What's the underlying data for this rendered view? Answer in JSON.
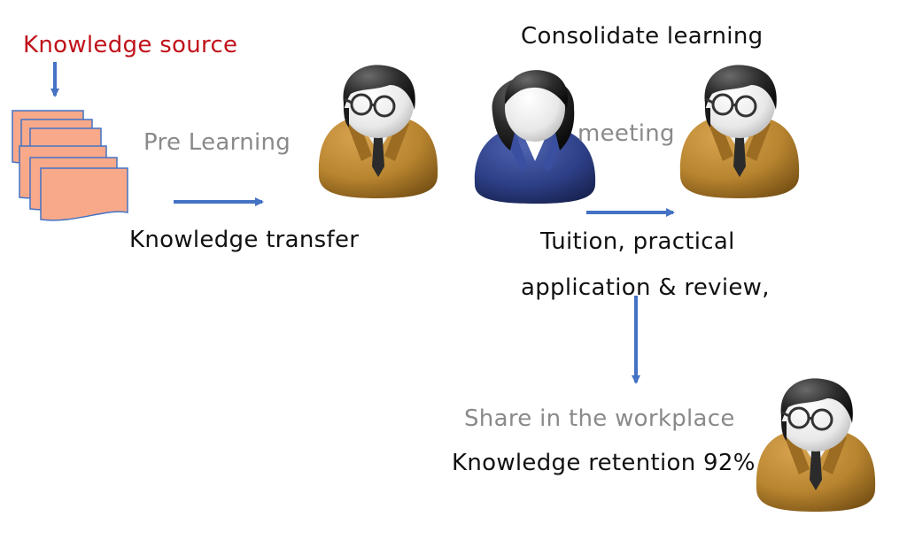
{
  "labels": {
    "source": "Knowledge source",
    "pre_learning": "Pre Learning",
    "transfer": "Knowledge transfer",
    "consolidate": "Consolidate learning",
    "meeting": "meeting",
    "tuition_1": "Tuition, practical",
    "tuition_2": "application & review,",
    "share": "Share in the workplace",
    "retention": "Knowledge retention 92%"
  },
  "colors": {
    "arrow": "#4472c4",
    "source_text": "#c0121a",
    "muted_text": "#8a8a8a",
    "documents_fill": "#f8a98a",
    "documents_stroke": "#4472c4",
    "jacket_brown": "#b7842f",
    "suit_blue": "#2d3f86"
  },
  "icons": {
    "documents": "document-stack-icon",
    "male_learner": "learner-glasses-icon",
    "female_mentor": "mentor-woman-icon"
  }
}
